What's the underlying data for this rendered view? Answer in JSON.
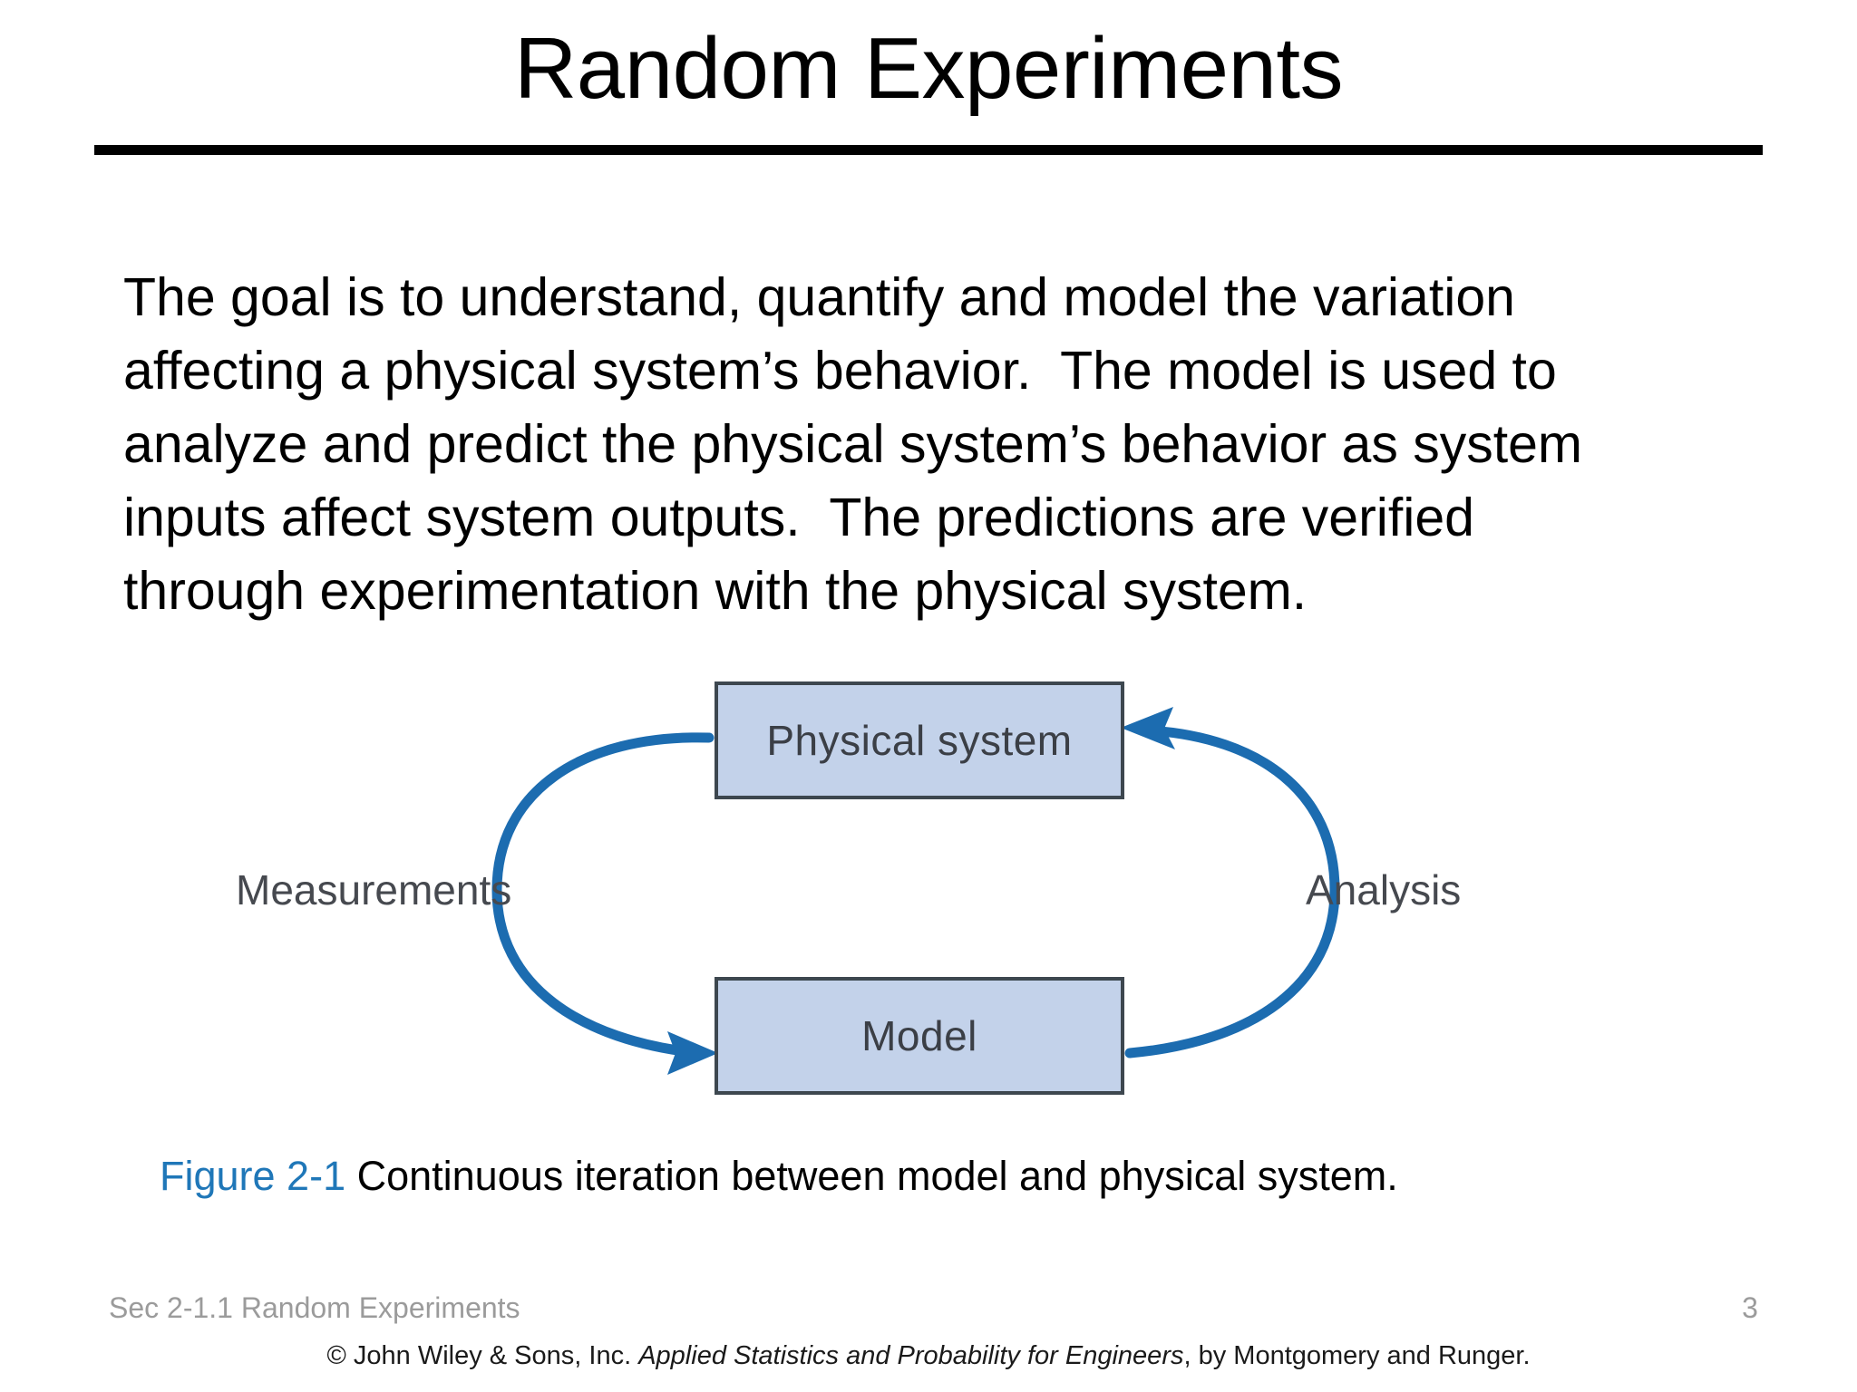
{
  "slide": {
    "title": "Random Experiments",
    "body_lines": [
      "The goal is to understand, quantify and model the variation",
      "affecting a physical system’s behavior.  The model is used to",
      "analyze and predict the physical system’s behavior as system",
      "inputs affect system outputs.  The predictions are verified",
      "through experimentation with the physical system."
    ]
  },
  "diagram": {
    "box_top_label": "Physical system",
    "box_bottom_label": "Model",
    "left_arc_label": "Measurements",
    "right_arc_label": "Analysis",
    "arrow_color": "#1c6cb0",
    "box_fill": "#c3d2ea",
    "box_border": "#3d474f",
    "box_text_color": "#3b3f46"
  },
  "caption": {
    "figure_number": "Figure 2-1",
    "figure_number_color": "#1f77b8",
    "text": " Continuous iteration between model and physical system."
  },
  "footer": {
    "section": "Sec 2-1.1 Random Experiments",
    "page_number": "3",
    "copyright_prefix": "© John Wiley & Sons, Inc.  ",
    "book_title": "Applied Statistics and Probability for Engineers",
    "copyright_suffix": ", by Montgomery and Runger."
  }
}
